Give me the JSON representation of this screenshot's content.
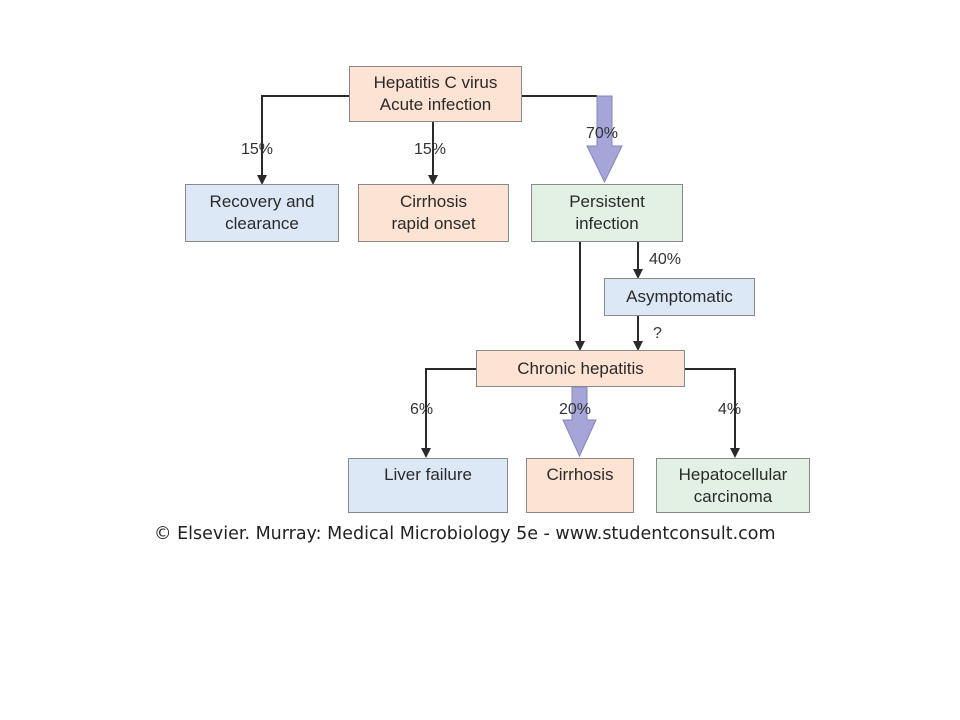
{
  "colors": {
    "peach": "#fce3d3",
    "blue": "#dde8f6",
    "green": "#e3f1e4",
    "line": "#2a2a2a",
    "arrow_fill": "#a5a5d8",
    "arrow_stroke": "#8585c0"
  },
  "nodes": {
    "hcv": {
      "line1": "Hepatitis C virus",
      "line2": "Acute infection"
    },
    "recovery": {
      "line1": "Recovery and",
      "line2": "clearance"
    },
    "cirrhosis_rapid": {
      "line1": "Cirrhosis",
      "line2": "rapid onset"
    },
    "persistent": {
      "line1": "Persistent",
      "line2": "infection"
    },
    "asymptomatic": {
      "label": "Asymptomatic"
    },
    "chronic": {
      "label": "Chronic hepatitis"
    },
    "liver_failure": {
      "label": "Liver failure"
    },
    "cirrhosis": {
      "label": "Cirrhosis"
    },
    "hcc": {
      "line1": "Hepatocellular",
      "line2": "carcinoma"
    }
  },
  "edges": {
    "to_recovery": "15%",
    "to_cirrhosis_rapid": "15%",
    "to_persistent": "70%",
    "to_asymptomatic": "40%",
    "asymptomatic_to_chronic": "?",
    "to_liver_failure": "6%",
    "to_cirrhosis": "20%",
    "to_hcc": "4%"
  },
  "credit": "© Elsevier. Murray: Medical Microbiology 5e - www.studentconsult.com"
}
